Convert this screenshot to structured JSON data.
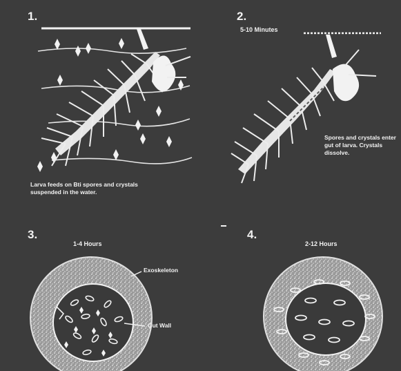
{
  "panels": [
    {
      "number": "1.",
      "caption": "Larva feeds on Bti spores and crystals suspended in the water."
    },
    {
      "number": "2.",
      "time": "5-10 Minutes",
      "caption": "Spores and crystals enter gut of larva. Crystals dissolve."
    },
    {
      "number": "3.",
      "time": "1-4 Hours",
      "labels": {
        "exoskeleton": "Exoskeleton",
        "gut_wall": "Gut Wall"
      }
    },
    {
      "number": "4.",
      "time": "2-12 Hours"
    }
  ],
  "colors": {
    "background": "#3c3c3c",
    "ink": "#f2f2f2",
    "stipple": "#cfcfcf"
  }
}
